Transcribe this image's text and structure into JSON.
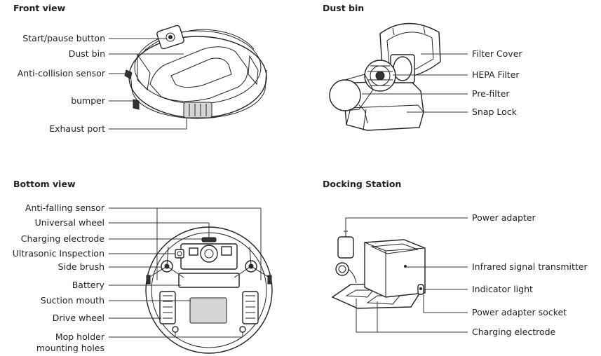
{
  "sections": {
    "front": {
      "title": "Front view",
      "labels": [
        "Start/pause button",
        "Dust bin",
        "Anti-collision sensor",
        "bumper",
        "Exhaust port"
      ]
    },
    "dustbin": {
      "title": "Dust bin",
      "labels": [
        "Filter Cover",
        "HEPA Filter",
        "Pre-filter",
        "Snap Lock"
      ]
    },
    "bottom": {
      "title": "Bottom view",
      "labels": [
        "Anti-falling sensor",
        "Universal wheel",
        "Charging electrode",
        "Ultrasonic Inspection",
        "Side brush",
        "Battery",
        "Suction mouth",
        "Drive wheel",
        "Mop holder",
        "mounting holes"
      ]
    },
    "dock": {
      "title": "Docking Station",
      "labels": [
        "Power adapter",
        "Infrared signal transmitter",
        "Indicator light",
        "Power adapter socket",
        "Charging electrode"
      ]
    }
  }
}
